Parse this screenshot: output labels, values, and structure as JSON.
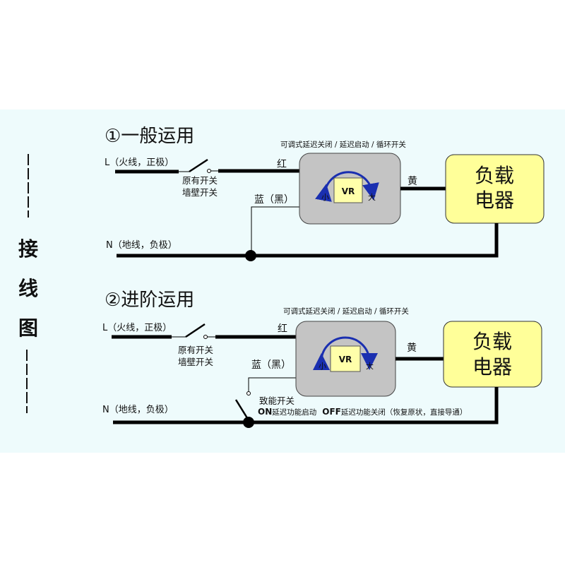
{
  "side_title": [
    "接",
    "线",
    "图"
  ],
  "colors": {
    "band": "#eefbfc",
    "controller": "#c4c4c4",
    "vr": "#ffffaa",
    "load": "#ffff99",
    "arc": "#1a2fb0",
    "wire": "#000000"
  },
  "diagram1": {
    "title": "①一般运用",
    "caption": "可调式延迟关闭 / 延迟启动 / 循环开关",
    "L_label": "L（火线，正极）",
    "N_label": "N（地线，负极）",
    "switch_line1": "原有开关",
    "switch_line2": "墙壁开关",
    "red": "红",
    "blue": "蓝（黑）",
    "yellow": "黄",
    "vr": "VR",
    "small": "小",
    "large": "大",
    "load_line1": "负载",
    "load_line2": "电器"
  },
  "diagram2": {
    "title": "②进阶运用",
    "caption": "可调式延迟关闭 / 延迟启动 / 循环开关",
    "L_label": "L（火线，正极）",
    "N_label": "N（地线，负极）",
    "switch_line1": "原有开关",
    "switch_line2": "墙壁开关",
    "red": "红",
    "blue": "蓝（黑）",
    "yellow": "黄",
    "vr": "VR",
    "small": "小",
    "large": "大",
    "load_line1": "负载",
    "load_line2": "电器",
    "enable_switch": "致能开关",
    "on_label": "ON",
    "on_desc": "延迟功能启动",
    "off_label": "OFF",
    "off_desc": "延迟功能关闭（恢复原状，直接导通）"
  }
}
